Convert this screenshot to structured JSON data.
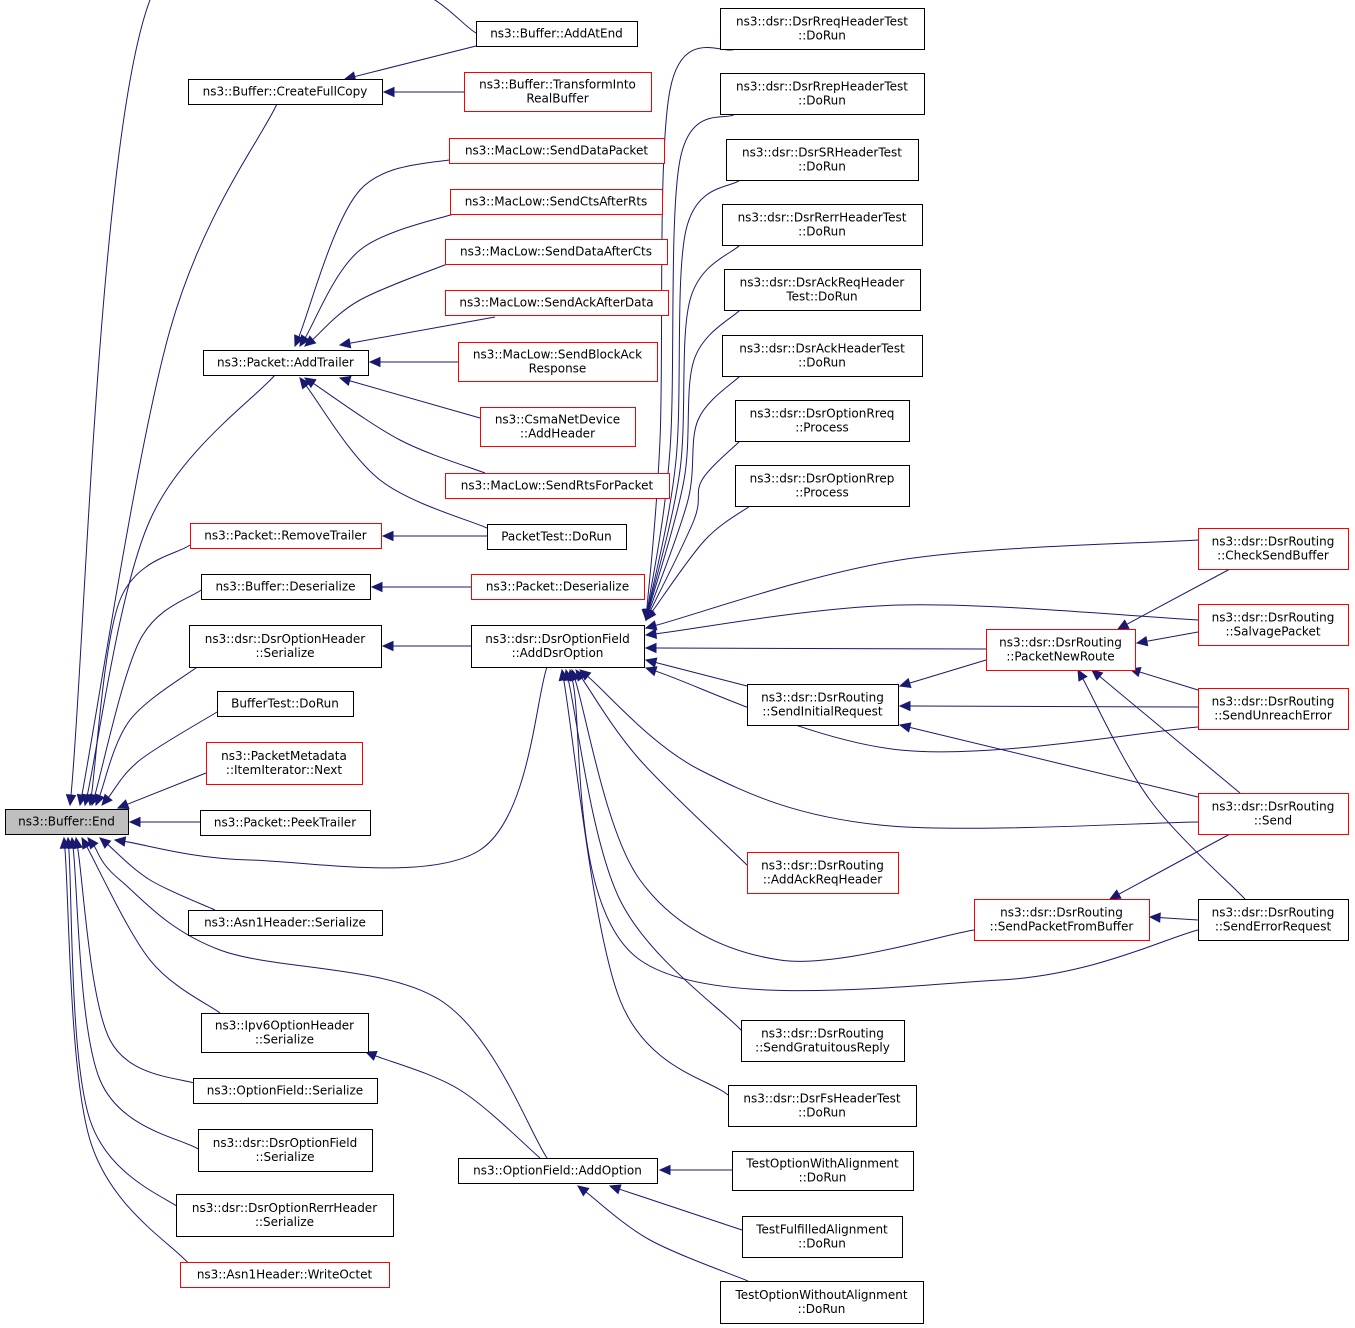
{
  "colors": {
    "edge": "#191970",
    "border": "#000000",
    "truncated_border": "#ff0000",
    "root_fill": "#bfbfbf",
    "node_fill": "#ffffff"
  },
  "nodes": [
    {
      "id": "end",
      "lines": [
        "ns3::Buffer::End"
      ],
      "style": "root"
    },
    {
      "id": "addatend",
      "lines": [
        "ns3::Buffer::AddAtEnd"
      ],
      "style": "normal"
    },
    {
      "id": "createfullcopy",
      "lines": [
        "ns3::Buffer::CreateFullCopy"
      ],
      "style": "normal"
    },
    {
      "id": "transform",
      "lines": [
        "ns3::Buffer::TransformInto",
        "RealBuffer"
      ],
      "style": "red"
    },
    {
      "id": "senddatapacket",
      "lines": [
        "ns3::MacLow::SendDataPacket"
      ],
      "style": "red"
    },
    {
      "id": "sendctsafterrts",
      "lines": [
        "ns3::MacLow::SendCtsAfterRts"
      ],
      "style": "red"
    },
    {
      "id": "senddataaftercts",
      "lines": [
        "ns3::MacLow::SendDataAfterCts"
      ],
      "style": "red"
    },
    {
      "id": "sendackafterdata",
      "lines": [
        "ns3::MacLow::SendAckAfterData"
      ],
      "style": "red"
    },
    {
      "id": "addtrailer",
      "lines": [
        "ns3::Packet::AddTrailer"
      ],
      "style": "normal"
    },
    {
      "id": "sendblockack",
      "lines": [
        "ns3::MacLow::SendBlockAck",
        "Response"
      ],
      "style": "red"
    },
    {
      "id": "csma",
      "lines": [
        "ns3::CsmaNetDevice",
        "::AddHeader"
      ],
      "style": "red"
    },
    {
      "id": "sendrts",
      "lines": [
        "ns3::MacLow::SendRtsForPacket"
      ],
      "style": "red"
    },
    {
      "id": "removetrailer",
      "lines": [
        "ns3::Packet::RemoveTrailer"
      ],
      "style": "red"
    },
    {
      "id": "packettest",
      "lines": [
        "PacketTest::DoRun"
      ],
      "style": "normal"
    },
    {
      "id": "bufdeser",
      "lines": [
        "ns3::Buffer::Deserialize"
      ],
      "style": "normal"
    },
    {
      "id": "pktdeser",
      "lines": [
        "ns3::Packet::Deserialize"
      ],
      "style": "red"
    },
    {
      "id": "dsrohser",
      "lines": [
        "ns3::dsr::DsrOptionHeader",
        "::Serialize"
      ],
      "style": "normal"
    },
    {
      "id": "adddsroption",
      "lines": [
        "ns3::dsr::DsrOptionField",
        "::AddDsrOption"
      ],
      "style": "normal"
    },
    {
      "id": "buffertest",
      "lines": [
        "BufferTest::DoRun"
      ],
      "style": "normal"
    },
    {
      "id": "pktmeta",
      "lines": [
        "ns3::PacketMetadata",
        "::ItemIterator::Next"
      ],
      "style": "red"
    },
    {
      "id": "peektrailer",
      "lines": [
        "ns3::Packet::PeekTrailer"
      ],
      "style": "normal"
    },
    {
      "id": "asn1ser",
      "lines": [
        "ns3::Asn1Header::Serialize"
      ],
      "style": "normal"
    },
    {
      "id": "ipv6ser",
      "lines": [
        "ns3::Ipv6OptionHeader",
        "::Serialize"
      ],
      "style": "normal"
    },
    {
      "id": "optfieldser",
      "lines": [
        "ns3::OptionField::Serialize"
      ],
      "style": "normal"
    },
    {
      "id": "dsrofser",
      "lines": [
        "ns3::dsr::DsrOptionField",
        "::Serialize"
      ],
      "style": "normal"
    },
    {
      "id": "dsrrerrser",
      "lines": [
        "ns3::dsr::DsrOptionRerrHeader",
        "::Serialize"
      ],
      "style": "normal"
    },
    {
      "id": "writeoctet",
      "lines": [
        "ns3::Asn1Header::WriteOctet"
      ],
      "style": "red"
    },
    {
      "id": "addoption",
      "lines": [
        "ns3::OptionField::AddOption"
      ],
      "style": "normal"
    },
    {
      "id": "rreqtest",
      "lines": [
        "ns3::dsr::DsrRreqHeaderTest",
        "::DoRun"
      ],
      "style": "normal"
    },
    {
      "id": "rreptest",
      "lines": [
        "ns3::dsr::DsrRrepHeaderTest",
        "::DoRun"
      ],
      "style": "normal"
    },
    {
      "id": "srtest",
      "lines": [
        "ns3::dsr::DsrSRHeaderTest",
        "::DoRun"
      ],
      "style": "normal"
    },
    {
      "id": "rerrtest",
      "lines": [
        "ns3::dsr::DsrRerrHeaderTest",
        "::DoRun"
      ],
      "style": "normal"
    },
    {
      "id": "ackreqtest",
      "lines": [
        "ns3::dsr::DsrAckReqHeader",
        "Test::DoRun"
      ],
      "style": "normal"
    },
    {
      "id": "acktest",
      "lines": [
        "ns3::dsr::DsrAckHeaderTest",
        "::DoRun"
      ],
      "style": "normal"
    },
    {
      "id": "rreqproc",
      "lines": [
        "ns3::dsr::DsrOptionRreq",
        "::Process"
      ],
      "style": "normal"
    },
    {
      "id": "rrepproc",
      "lines": [
        "ns3::dsr::DsrOptionRrep",
        "::Process"
      ],
      "style": "normal"
    },
    {
      "id": "sendinitreq",
      "lines": [
        "ns3::dsr::DsrRouting",
        "::SendInitialRequest"
      ],
      "style": "normal"
    },
    {
      "id": "addackreq",
      "lines": [
        "ns3::dsr::DsrRouting",
        "::AddAckReqHeader"
      ],
      "style": "red"
    },
    {
      "id": "sendgrat",
      "lines": [
        "ns3::dsr::DsrRouting",
        "::SendGratuitousReply"
      ],
      "style": "normal"
    },
    {
      "id": "fstest",
      "lines": [
        "ns3::dsr::DsrFsHeaderTest",
        "::DoRun"
      ],
      "style": "normal"
    },
    {
      "id": "testwith",
      "lines": [
        "TestOptionWithAlignment",
        "::DoRun"
      ],
      "style": "normal"
    },
    {
      "id": "testfulfilled",
      "lines": [
        "TestFulfilledAlignment",
        "::DoRun"
      ],
      "style": "normal"
    },
    {
      "id": "testwithout",
      "lines": [
        "TestOptionWithoutAlignment",
        "::DoRun"
      ],
      "style": "normal"
    },
    {
      "id": "pktnewroute",
      "lines": [
        "ns3::dsr::DsrRouting",
        "::PacketNewRoute"
      ],
      "style": "red"
    },
    {
      "id": "sendpktbuf",
      "lines": [
        "ns3::dsr::DsrRouting",
        "::SendPacketFromBuffer"
      ],
      "style": "red"
    },
    {
      "id": "checksend",
      "lines": [
        "ns3::dsr::DsrRouting",
        "::CheckSendBuffer"
      ],
      "style": "red"
    },
    {
      "id": "salvage",
      "lines": [
        "ns3::dsr::DsrRouting",
        "::SalvagePacket"
      ],
      "style": "red"
    },
    {
      "id": "sendunreach",
      "lines": [
        "ns3::dsr::DsrRouting",
        "::SendUnreachError"
      ],
      "style": "red"
    },
    {
      "id": "send",
      "lines": [
        "ns3::dsr::DsrRouting",
        "::Send"
      ],
      "style": "red"
    },
    {
      "id": "senderrreq",
      "lines": [
        "ns3::dsr::DsrRouting",
        "::SendErrorRequest"
      ],
      "style": "normal"
    }
  ],
  "edges": [
    [
      "addatend",
      "end"
    ],
    [
      "createfullcopy",
      "end"
    ],
    [
      "addtrailer",
      "end"
    ],
    [
      "removetrailer",
      "end"
    ],
    [
      "bufdeser",
      "end"
    ],
    [
      "dsrohser",
      "end"
    ],
    [
      "buffertest",
      "end"
    ],
    [
      "pktmeta",
      "end"
    ],
    [
      "peektrailer",
      "end"
    ],
    [
      "adddsroption",
      "end"
    ],
    [
      "asn1ser",
      "end"
    ],
    [
      "addoption",
      "end"
    ],
    [
      "ipv6ser",
      "end"
    ],
    [
      "optfieldser",
      "end"
    ],
    [
      "dsrofser",
      "end"
    ],
    [
      "dsrrerrser",
      "end"
    ],
    [
      "writeoctet",
      "end"
    ],
    [
      "addatend",
      "createfullcopy"
    ],
    [
      "transform",
      "createfullcopy"
    ],
    [
      "senddatapacket",
      "addtrailer"
    ],
    [
      "sendctsafterrts",
      "addtrailer"
    ],
    [
      "senddataaftercts",
      "addtrailer"
    ],
    [
      "sendackafterdata",
      "addtrailer"
    ],
    [
      "sendblockack",
      "addtrailer"
    ],
    [
      "csma",
      "addtrailer"
    ],
    [
      "sendrts",
      "addtrailer"
    ],
    [
      "packettest",
      "addtrailer"
    ],
    [
      "packettest",
      "removetrailer"
    ],
    [
      "pktdeser",
      "bufdeser"
    ],
    [
      "adddsroption",
      "dsrohser"
    ],
    [
      "testwith",
      "addoption"
    ],
    [
      "testfulfilled",
      "addoption"
    ],
    [
      "testwithout",
      "addoption"
    ],
    [
      "addoption",
      "ipv6ser"
    ],
    [
      "rreqtest",
      "adddsroption"
    ],
    [
      "rreptest",
      "adddsroption"
    ],
    [
      "srtest",
      "adddsroption"
    ],
    [
      "rerrtest",
      "adddsroption"
    ],
    [
      "ackreqtest",
      "adddsroption"
    ],
    [
      "acktest",
      "adddsroption"
    ],
    [
      "rreqproc",
      "adddsroption"
    ],
    [
      "rrepproc",
      "adddsroption"
    ],
    [
      "checksend",
      "adddsroption"
    ],
    [
      "salvage",
      "adddsroption"
    ],
    [
      "pktnewroute",
      "adddsroption"
    ],
    [
      "sendinitreq",
      "adddsroption"
    ],
    [
      "sendunreach",
      "adddsroption"
    ],
    [
      "send",
      "adddsroption"
    ],
    [
      "addackreq",
      "adddsroption"
    ],
    [
      "sendpktbuf",
      "adddsroption"
    ],
    [
      "senderrreq",
      "adddsroption"
    ],
    [
      "sendgrat",
      "adddsroption"
    ],
    [
      "fstest",
      "adddsroption"
    ],
    [
      "pktnewroute",
      "sendinitreq"
    ],
    [
      "sendunreach",
      "sendinitreq"
    ],
    [
      "send",
      "sendinitreq"
    ],
    [
      "checksend",
      "pktnewroute"
    ],
    [
      "salvage",
      "pktnewroute"
    ],
    [
      "sendunreach",
      "pktnewroute"
    ],
    [
      "send",
      "pktnewroute"
    ],
    [
      "senderrreq",
      "pktnewroute"
    ],
    [
      "send",
      "sendpktbuf"
    ],
    [
      "senderrreq",
      "sendpktbuf"
    ]
  ]
}
